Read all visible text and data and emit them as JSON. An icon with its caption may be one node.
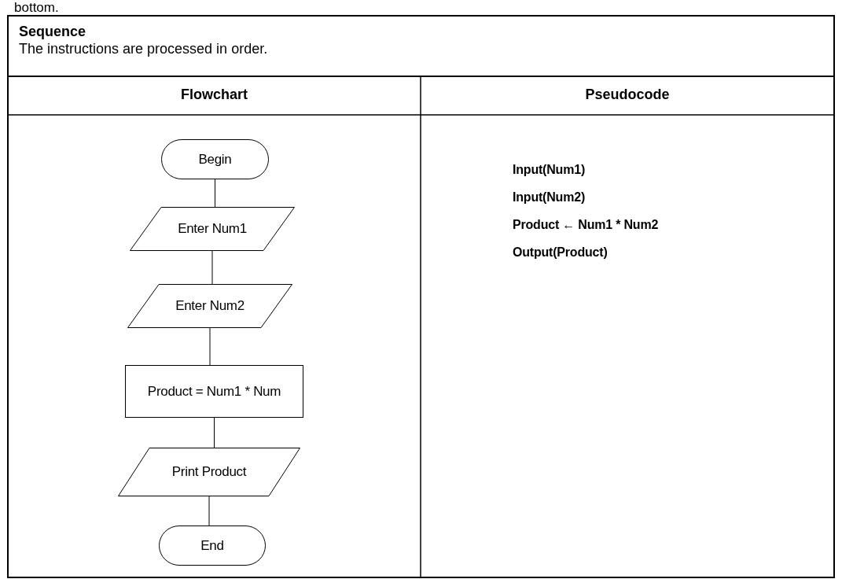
{
  "diagram": {
    "title": "Sequence",
    "nodes": [
      {
        "text": [
          "Begin"
        ]
      },
      {
        "text": [
          "Enter Num1"
        ]
      },
      {
        "text": [
          "Enter Num2"
        ]
      },
      {
        "text": [
          "Product = Num1 * Num"
        ]
      },
      {
        "text": [
          "Print Product"
        ]
      },
      {
        "text": [
          "End"
        ]
      }
    ],
    "edges": [
      {
        "from": 0,
        "to": 1,
        "arrow": "none"
      },
      {
        "from": 1,
        "to": 2,
        "arrow": "none"
      },
      {
        "from": 2,
        "to": 3,
        "arrow": "none"
      },
      {
        "from": 3,
        "to": 4,
        "arrow": "none"
      },
      {
        "from": 4,
        "to": 5,
        "arrow": "none"
      }
    ],
    "labels": [
      "bottom.",
      "The instructions are processed in order.",
      "Flowchart",
      "Pseudocode",
      "Input(Num1)",
      "Input(Num2)",
      "Product ← Num1 * Num2",
      "Output(Product)"
    ]
  }
}
